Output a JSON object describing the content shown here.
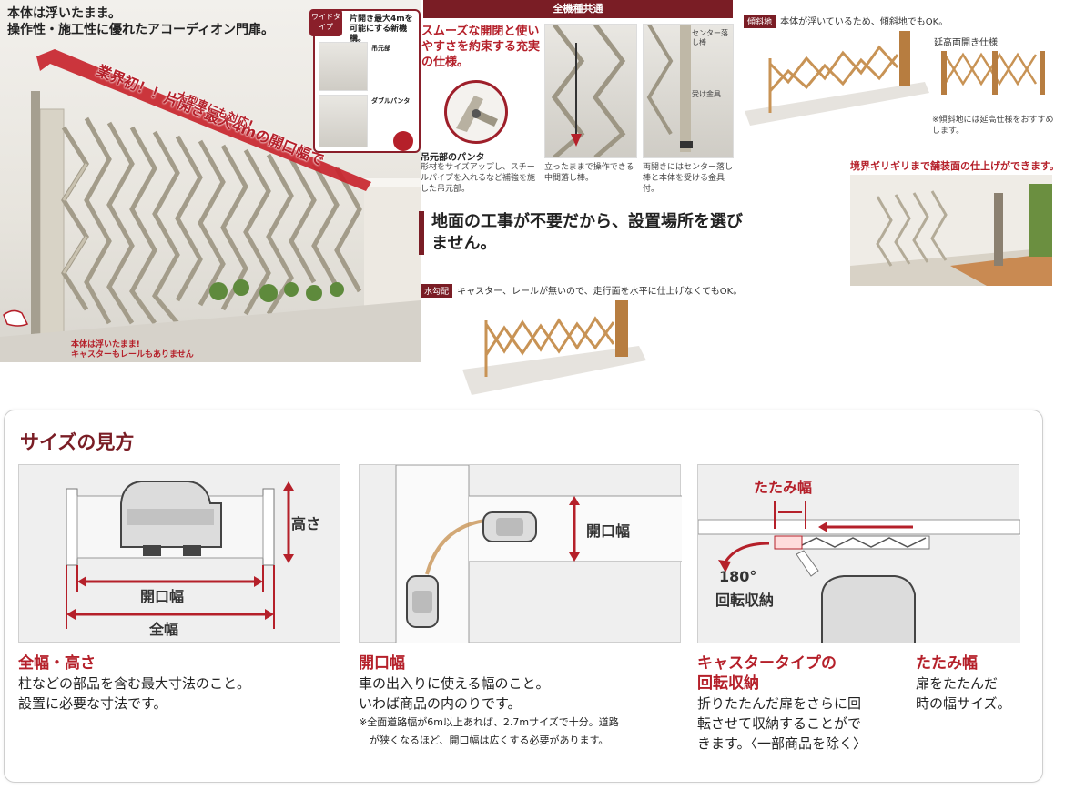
{
  "top": {
    "intro_line1": "本体は浮いたまま。",
    "intro_line2": "操作性・施工性に優れたアコーディオン門扉。",
    "banner_main": "業界初！！片開き最大4mの開口幅で",
    "banner_sub": "大型車にも対応!",
    "floor_note1": "本体は浮いたまま!",
    "floor_note2": "キャスターもレールもありません",
    "wide_tag": "ワイドタイプ",
    "wide_title": "片開き最大4mを可能にする新機構。",
    "wide_sub1": "吊元部",
    "wide_sub2": "ダブルパンタ",
    "all_models": "全機種共通",
    "lead_text": "スムーズな開閉と使いやすさを約束する充実の仕様。",
    "panta_title": "吊元部のパンタ",
    "panta_desc": "形材をサイズアップし、スチールパイプを入れるなど補強を施した吊元部。",
    "photo_cap1": "立ったままで操作できる中間落し棒。",
    "photo_cap2": "両開きにはセンター落し棒と本体を受ける金具付。",
    "label_center": "センター落し棒",
    "label_receiver": "受け金具",
    "headline": "地面の工事が不要だから、設置場所を選びません。",
    "tag_slope": "傾斜地",
    "slope_note": "本体が浮いているため、傾斜地でもOK。",
    "ext_title": "延高両開き仕様",
    "ext_note": "※傾斜地には延高仕様をおすすめします。",
    "boundary_title": "境界ギリギリまで舗装面の仕上げができます。",
    "tag_water": "水勾配",
    "water_note": "キャスター、レールが無いので、走行面を水平に仕上げなくてもOK。"
  },
  "size": {
    "title": "サイズの見方",
    "d1_height": "高さ",
    "d1_opening": "開口幅",
    "d1_full": "全幅",
    "d2_opening": "開口幅",
    "d3_fold": "たたみ幅",
    "d3_angle": "180°",
    "d3_rot": "回転収納",
    "col1_title": "全幅・高さ",
    "col1_l1": "柱などの部品を含む最大寸法のこと。",
    "col1_l2": "設置に必要な寸法です。",
    "col2_title": "開口幅",
    "col2_l1": "車の出入りに使える幅のこと。",
    "col2_l2": "いわば商品の内のりです。",
    "col2_n1": "※全面道路幅が6m以上あれば、2.7mサイズで十分。道路",
    "col2_n2": "が狭くなるほど、開口幅は広くする必要があります。",
    "col3_title1": "キャスタータイプの",
    "col3_title2": "回転収納",
    "col3_l1": "折りたたんだ扉をさらに回",
    "col3_l2": "転させて収納することがで",
    "col3_l3": "きます。〈一部商品を除く〉",
    "col4_title": "たたみ幅",
    "col4_l1": "扉をたたんだ",
    "col4_l2": "時の幅サイズ。"
  },
  "colors": {
    "maroon": "#7a1d25",
    "red": "#b5202a",
    "wood": "#c89355"
  }
}
